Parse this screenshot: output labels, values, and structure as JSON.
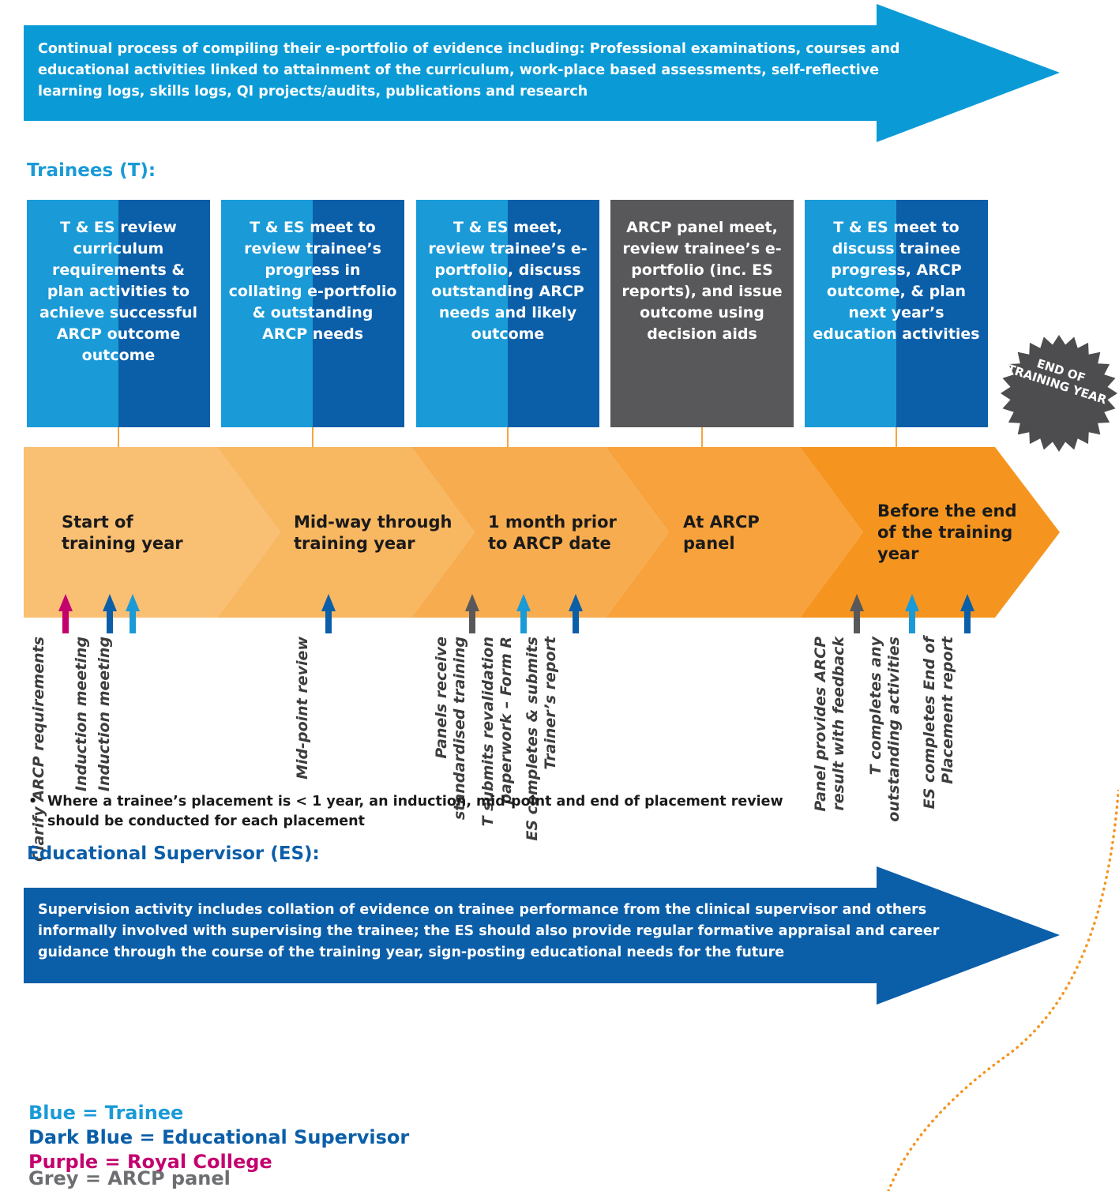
{
  "colors": {
    "trainee": "#1a9ad7",
    "supervisor": "#0b5ea8",
    "college": "#c4006f",
    "panel": "#58585a",
    "timeline": [
      "#f9bf73",
      "#f8b761",
      "#f7ac4f",
      "#f7a23c",
      "#f5951f"
    ]
  },
  "top_arrow": {
    "text": "Continual process of compiling their e-portfolio of evidence including: Professional examinations, courses and educational activities linked to attainment of the curriculum, work-place based assessments, self-reflective learning logs, skills logs, QI projects/audits, publications and research"
  },
  "trainees_heading": "Trainees (T):",
  "boxes": [
    {
      "text": "T & ES review curriculum requirements & plan activities to achieve successful ARCP outcome outcome"
    },
    {
      "text": "T & ES meet to review trainee’s progress in collating e-portfolio & outstanding ARCP needs"
    },
    {
      "text": "T & ES meet, review trainee’s e-portfolio, discuss outstanding ARCP needs and likely outcome"
    },
    {
      "text": "ARCP panel meet, review trainee’s e-portfolio (inc. ES reports), and issue outcome using decision aids"
    },
    {
      "text": "T & ES meet to discuss trainee progress, ARCP outcome, & plan next year’s education activities"
    }
  ],
  "end_badge": "END OF TRAINING YEAR",
  "stages": [
    {
      "label": "Start of training year"
    },
    {
      "label": "Mid-way through training year"
    },
    {
      "label": "1 month prior to ARCP date"
    },
    {
      "label": "At ARCP panel"
    },
    {
      "label": "Before the end of the training year"
    }
  ],
  "arrows": [
    {
      "color_key": "college",
      "icon": "up-arrow-icon",
      "label": "Clarify ARCP requirements"
    },
    {
      "color_key": "supervisor",
      "icon": "up-arrow-icon",
      "label": "Induction meeting"
    },
    {
      "color_key": "trainee",
      "icon": "up-arrow-icon",
      "label": "Induction meeting"
    },
    {
      "color_key": "supervisor",
      "icon": "up-arrow-icon",
      "label": "Mid-point review"
    },
    {
      "color_key": "panel",
      "icon": "up-arrow-icon",
      "label": "Panels receive standardised training"
    },
    {
      "color_key": "trainee",
      "icon": "up-arrow-icon",
      "label": "T submits revalidation paperwork – Form R"
    },
    {
      "color_key": "supervisor",
      "icon": "up-arrow-icon",
      "label": "ES completes & submits Trainer’s report"
    },
    {
      "color_key": "panel",
      "icon": "up-arrow-icon",
      "label": "Panel provides ARCP result with feedback"
    },
    {
      "color_key": "trainee",
      "icon": "up-arrow-icon",
      "label": "T completes any outstanding activities"
    },
    {
      "color_key": "supervisor",
      "icon": "up-arrow-icon",
      "label": "ES completes End of Placement report"
    }
  ],
  "es_heading": "Educational Supervisor (ES):",
  "es_arrow": {
    "text": "Supervision activity includes collation of evidence on trainee performance from the clinical supervisor and others informally involved with supervising the trainee;  the ES should also provide regular formative appraisal and career guidance through the course of the training year, sign-posting educational needs for the future"
  },
  "note": {
    "bullet": "•",
    "text": "Where a trainee’s placement is < 1 year, an induction, mid-point and end of placement review should be conducted for each placement"
  },
  "legend": [
    {
      "label": "Blue = Trainee",
      "color": "#1a9ad7"
    },
    {
      "label": "Dark Blue = Educational Supervisor",
      "color": "#0b5ea8"
    },
    {
      "label": "Purple = Royal College",
      "color": "#c4006f"
    },
    {
      "label": "Grey = ARCP panel",
      "color": "#6d6e71"
    }
  ]
}
